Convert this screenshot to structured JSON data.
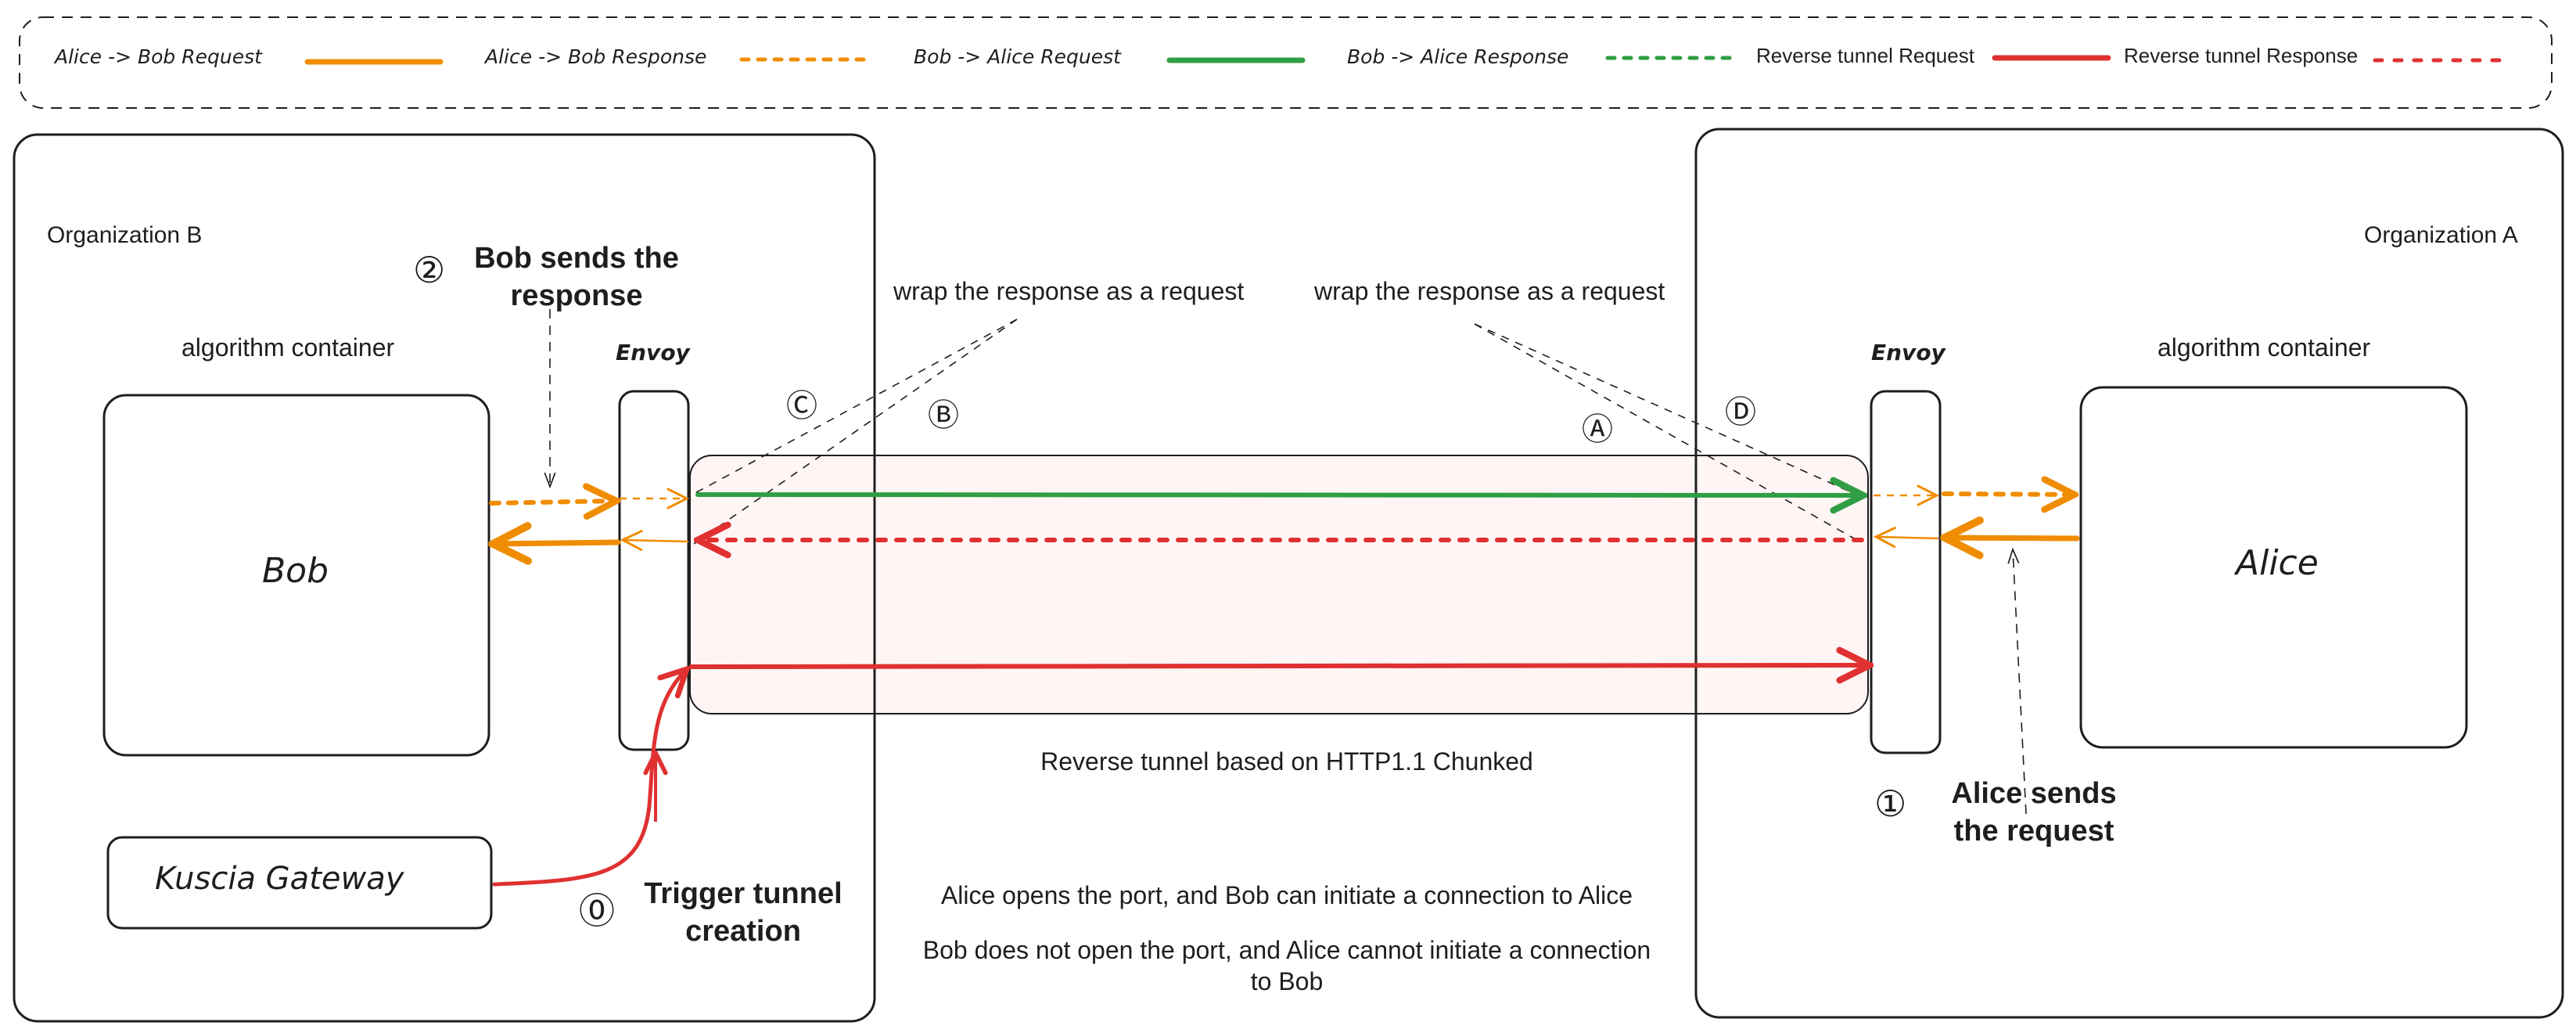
{
  "legend": {
    "items": [
      {
        "label": "Alice -> Bob Request",
        "color": "#f08c00",
        "style": "solid"
      },
      {
        "label": "Alice -> Bob Response",
        "color": "#f08c00",
        "style": "dashed"
      },
      {
        "label": "Bob -> Alice Request",
        "color": "#2f9e44",
        "style": "solid"
      },
      {
        "label": "Bob -> Alice Response",
        "color": "#2f9e44",
        "style": "dashed"
      },
      {
        "label": "Reverse tunnel Request",
        "color": "#e03131",
        "style": "solid"
      },
      {
        "label": "Reverse tunnel Response",
        "color": "#e03131",
        "style": "dashed"
      }
    ]
  },
  "org_b": {
    "label": "Organization B",
    "container_label": "algorithm container",
    "container_name": "Bob",
    "envoy_label": "Envoy",
    "gateway_label": "Kuscia Gateway"
  },
  "org_a": {
    "label": "Organization A",
    "container_label": "algorithm container",
    "container_name": "Alice",
    "envoy_label": "Envoy"
  },
  "steps": [
    {
      "number": "⓪",
      "title_line1": "Trigger tunnel",
      "title_line2": "creation"
    },
    {
      "number": "①",
      "title_line1": "Alice sends",
      "title_line2": "the request"
    },
    {
      "number": "②",
      "title_line1": "Bob sends the",
      "title_line2": "response"
    }
  ],
  "markers": {
    "a": "Ⓐ",
    "b": "Ⓑ",
    "c": "Ⓒ",
    "d": "Ⓓ"
  },
  "callouts": {
    "left": "wrap the response as a request",
    "right": "wrap the response as a request"
  },
  "tunnel": {
    "label": "Reverse tunnel based on HTTP1.1 Chunked",
    "fill": "#fff5f5"
  },
  "notes": {
    "line1": "Alice opens the port, and Bob can initiate a connection to Alice",
    "line2a": "Bob does not open the port, and Alice cannot initiate a connection",
    "line2b": "to Bob"
  },
  "colors": {
    "orange": "#f08c00",
    "green": "#2f9e44",
    "red": "#e03131",
    "stroke": "#1e1e1e"
  }
}
